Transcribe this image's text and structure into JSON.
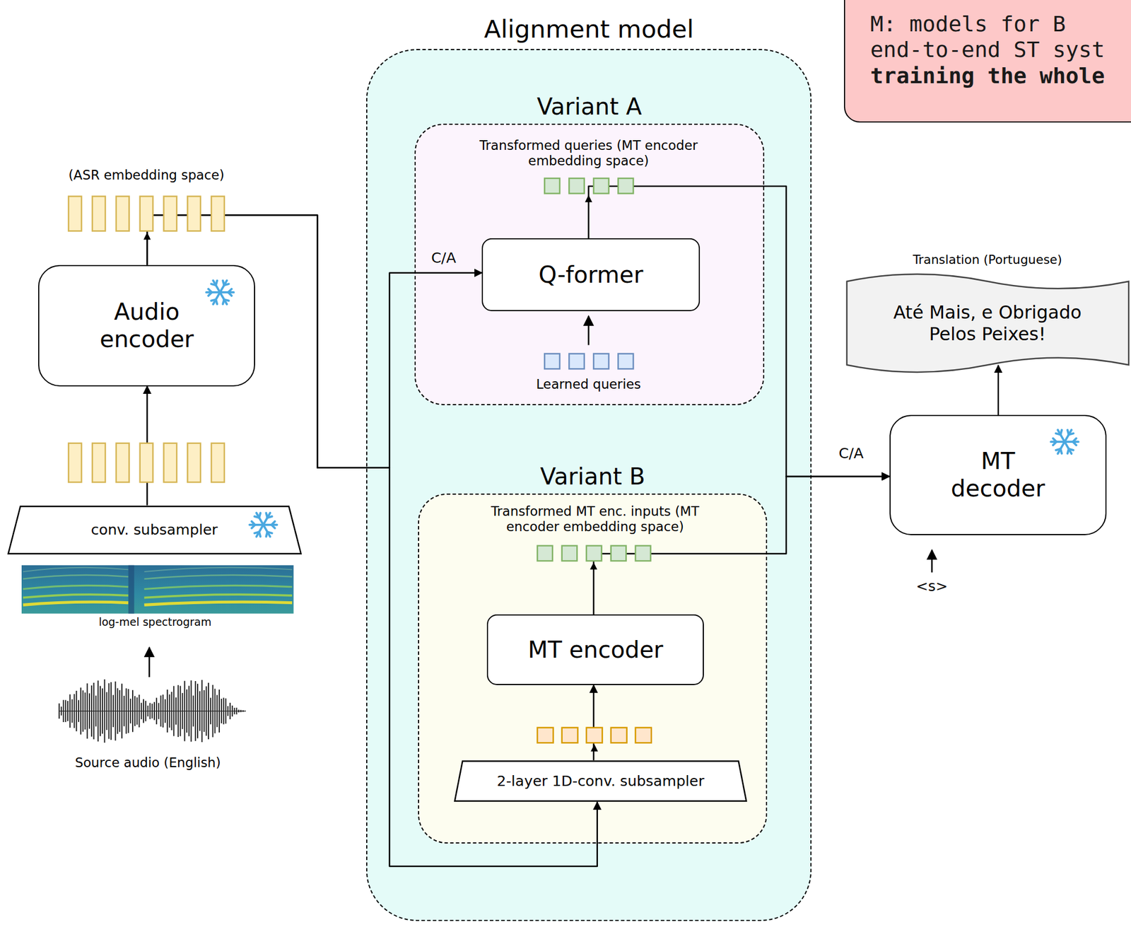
{
  "diagram": {
    "nodes": [
      {
        "text": [
          "Alignment model"
        ]
      },
      {
        "text": [
          "Variant A"
        ],
        "in": 0
      },
      {
        "text": [
          "Q-former"
        ],
        "in": 1
      },
      {
        "text": [
          "Variant B"
        ],
        "in": 0
      },
      {
        "text": [
          "MT encoder"
        ],
        "in": 3
      },
      {
        "text": [
          "2-layer 1D-conv. subsampler"
        ],
        "in": 3
      },
      {
        "text": [
          "Audio encoder"
        ]
      },
      {
        "text": [
          "conv. subsampler"
        ]
      },
      {
        "text": [
          "MT decoder"
        ]
      },
      {
        "text": [
          "Translation (Portuguese)",
          "Até Mais, e Obrigado Pelos Peixes!"
        ]
      },
      {
        "text": [
          "M: models for B end-to-end ST syst",
          "training the whole"
        ]
      }
    ],
    "edges": [
      {
        "from": 7,
        "to": 6,
        "arrow": "to"
      },
      {
        "from": 6,
        "to": 2,
        "label": "C/A",
        "arrow": "to"
      },
      {
        "from": 6,
        "to": 5,
        "arrow": "to"
      },
      {
        "from": 5,
        "to": 4,
        "arrow": "to"
      },
      {
        "from": 2,
        "to": 8,
        "label": "C/A",
        "arrow": "to"
      },
      {
        "from": 4,
        "to": 8,
        "arrow": "to"
      },
      {
        "from": 8,
        "to": 9,
        "arrow": "to"
      }
    ],
    "labels": [
      "(ASR embedding space)",
      "Transformed queries (MT encoder embedding space)",
      "Learned queries",
      "Transformed MT enc. inputs (MT encoder embedding space)",
      "log-mel spectrogram",
      "Source audio (English)",
      "<s>"
    ]
  }
}
